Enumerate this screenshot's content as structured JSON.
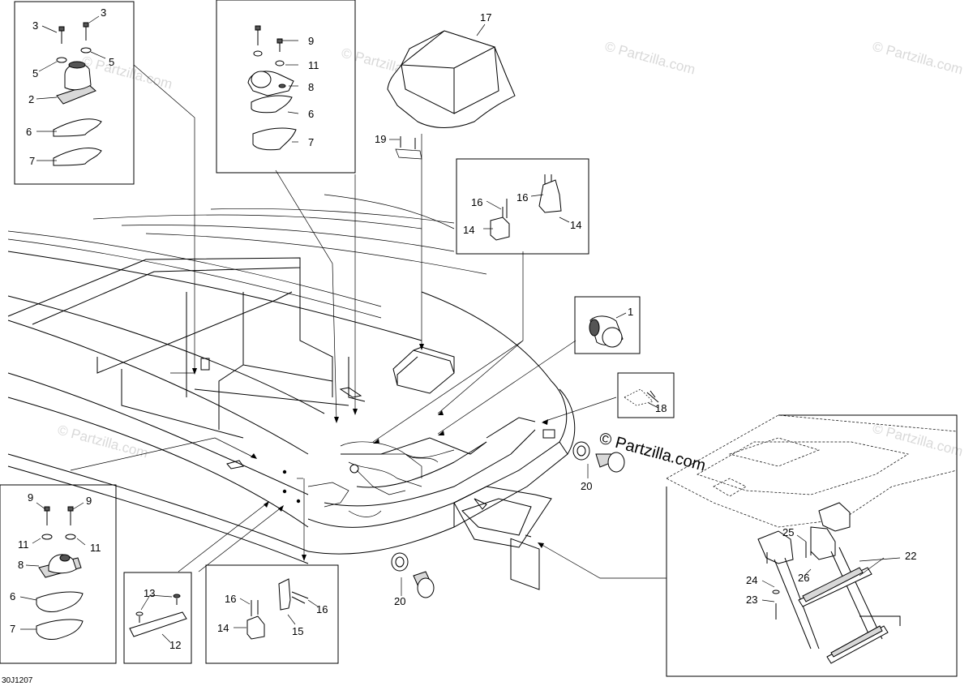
{
  "diagram": {
    "drawing_code": "30J1207",
    "watermarks": {
      "main": "© Partzilla.com",
      "faint": [
        "© Partzilla.com",
        "© Partzilla.com",
        "© Partzilla.com",
        "© Partzilla.com",
        "© Partzilla.com",
        "© Partzilla.com"
      ]
    },
    "callouts": {
      "tl": [
        "3",
        "3",
        "5",
        "5",
        "2",
        "6",
        "7"
      ],
      "tc": [
        "9",
        "11",
        "8",
        "6",
        "7"
      ],
      "top": [
        "17",
        "19"
      ],
      "rb": [
        "16",
        "16",
        "14",
        "14"
      ],
      "cap": [
        "1"
      ],
      "clip": [
        "18"
      ],
      "drain": [
        "20",
        "20"
      ],
      "bl": [
        "9",
        "9",
        "11",
        "11",
        "8",
        "6",
        "7"
      ],
      "strip": [
        "13",
        "12"
      ],
      "bc": [
        "16",
        "16",
        "14",
        "15"
      ],
      "ladder": [
        "22",
        "25",
        "26",
        "24",
        "23"
      ]
    }
  }
}
